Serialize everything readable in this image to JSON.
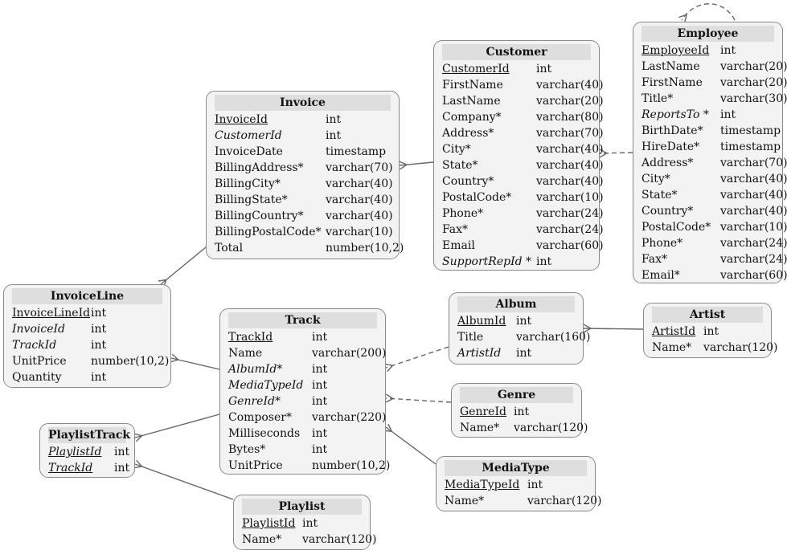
{
  "entities": [
    {
      "id": "invoice",
      "title": "Invoice",
      "cols": [
        {
          "name": "InvoiceId",
          "type": "int",
          "key": "pk"
        },
        {
          "name": "CustomerId",
          "type": "int",
          "key": "fk"
        },
        {
          "name": "InvoiceDate",
          "type": "timestamp"
        },
        {
          "name": "BillingAddress*",
          "type": "varchar(70)"
        },
        {
          "name": "BillingCity*",
          "type": "varchar(40)"
        },
        {
          "name": "BillingState*",
          "type": "varchar(40)"
        },
        {
          "name": "BillingCountry*",
          "type": "varchar(40)"
        },
        {
          "name": "BillingPostalCode*",
          "type": "varchar(10)"
        },
        {
          "name": "Total",
          "type": "number(10,2)"
        }
      ]
    },
    {
      "id": "customer",
      "title": "Customer",
      "cols": [
        {
          "name": "CustomerId",
          "type": "int",
          "key": "pk"
        },
        {
          "name": "FirstName",
          "type": "varchar(40)"
        },
        {
          "name": "LastName",
          "type": "varchar(20)"
        },
        {
          "name": "Company*",
          "type": "varchar(80)"
        },
        {
          "name": "Address*",
          "type": "varchar(70)"
        },
        {
          "name": "City*",
          "type": "varchar(40)"
        },
        {
          "name": "State*",
          "type": "varchar(40)"
        },
        {
          "name": "Country*",
          "type": "varchar(40)"
        },
        {
          "name": "PostalCode*",
          "type": "varchar(10)"
        },
        {
          "name": "Phone*",
          "type": "varchar(24)"
        },
        {
          "name": "Fax*",
          "type": "varchar(24)"
        },
        {
          "name": "Email",
          "type": "varchar(60)"
        },
        {
          "name": "SupportRepId *",
          "type": "int",
          "key": "fk"
        }
      ]
    },
    {
      "id": "employee",
      "title": "Employee",
      "cols": [
        {
          "name": "EmployeeId",
          "type": "int",
          "key": "pk"
        },
        {
          "name": "LastName",
          "type": "varchar(20)"
        },
        {
          "name": "FirstName",
          "type": "varchar(20)"
        },
        {
          "name": "Title*",
          "type": "varchar(30)"
        },
        {
          "name": "ReportsTo *",
          "type": "int",
          "key": "fk"
        },
        {
          "name": "BirthDate*",
          "type": "timestamp"
        },
        {
          "name": "HireDate*",
          "type": "timestamp"
        },
        {
          "name": "Address*",
          "type": "varchar(70)"
        },
        {
          "name": "City*",
          "type": "varchar(40)"
        },
        {
          "name": "State*",
          "type": "varchar(40)"
        },
        {
          "name": "Country*",
          "type": "varchar(40)"
        },
        {
          "name": "PostalCode*",
          "type": "varchar(10)"
        },
        {
          "name": "Phone*",
          "type": "varchar(24)"
        },
        {
          "name": "Fax*",
          "type": "varchar(24)"
        },
        {
          "name": "Email*",
          "type": "varchar(60)"
        }
      ]
    },
    {
      "id": "invoiceline",
      "title": "InvoiceLine",
      "cols": [
        {
          "name": "InvoiceLineId",
          "type": "int",
          "key": "pk"
        },
        {
          "name": "InvoiceId",
          "type": "int",
          "key": "fk"
        },
        {
          "name": "TrackId",
          "type": "int",
          "key": "fk"
        },
        {
          "name": "UnitPrice",
          "type": "number(10,2)"
        },
        {
          "name": "Quantity",
          "type": "int"
        }
      ]
    },
    {
      "id": "track",
      "title": "Track",
      "cols": [
        {
          "name": "TrackId",
          "type": "int",
          "key": "pk"
        },
        {
          "name": "Name",
          "type": "varchar(200)"
        },
        {
          "name": "AlbumId*",
          "type": "int",
          "key": "fk"
        },
        {
          "name": "MediaTypeId",
          "type": "int",
          "key": "fk"
        },
        {
          "name": "GenreId*",
          "type": "int",
          "key": "fk"
        },
        {
          "name": "Composer*",
          "type": "varchar(220)"
        },
        {
          "name": "Milliseconds",
          "type": "int"
        },
        {
          "name": "Bytes*",
          "type": "int"
        },
        {
          "name": "UnitPrice",
          "type": "number(10,2)"
        }
      ]
    },
    {
      "id": "album",
      "title": "Album",
      "cols": [
        {
          "name": "AlbumId",
          "type": "int",
          "key": "pk"
        },
        {
          "name": "Title",
          "type": "varchar(160)"
        },
        {
          "name": "ArtistId",
          "type": "int",
          "key": "fk"
        }
      ]
    },
    {
      "id": "artist",
      "title": "Artist",
      "cols": [
        {
          "name": "ArtistId",
          "type": "int",
          "key": "pk"
        },
        {
          "name": "Name*",
          "type": "varchar(120)"
        }
      ]
    },
    {
      "id": "genre",
      "title": "Genre",
      "cols": [
        {
          "name": "GenreId",
          "type": "int",
          "key": "pk"
        },
        {
          "name": "Name*",
          "type": "varchar(120)"
        }
      ]
    },
    {
      "id": "mediatype",
      "title": "MediaType",
      "cols": [
        {
          "name": "MediaTypeId",
          "type": "int",
          "key": "pk"
        },
        {
          "name": "Name*",
          "type": "varchar(120)"
        }
      ]
    },
    {
      "id": "playlisttrack",
      "title": "PlaylistTrack",
      "cols": [
        {
          "name": "PlaylistId",
          "type": "int",
          "key": "pkfk"
        },
        {
          "name": "TrackId",
          "type": "int",
          "key": "pkfk"
        }
      ]
    },
    {
      "id": "playlist",
      "title": "Playlist",
      "cols": [
        {
          "name": "PlaylistId",
          "type": "int",
          "key": "pk"
        },
        {
          "name": "Name*",
          "type": "varchar(120)"
        }
      ]
    }
  ],
  "relationships": [
    {
      "from": "invoice",
      "to": "invoiceline",
      "style": "solid"
    },
    {
      "from": "customer",
      "to": "invoice",
      "style": "solid"
    },
    {
      "from": "employee",
      "to": "customer",
      "style": "dashed"
    },
    {
      "from": "employee",
      "to": "employee",
      "style": "dashed"
    },
    {
      "from": "track",
      "to": "invoiceline",
      "style": "solid"
    },
    {
      "from": "album",
      "to": "track",
      "style": "dashed"
    },
    {
      "from": "artist",
      "to": "album",
      "style": "solid"
    },
    {
      "from": "genre",
      "to": "track",
      "style": "dashed"
    },
    {
      "from": "mediatype",
      "to": "track",
      "style": "solid"
    },
    {
      "from": "track",
      "to": "playlisttrack",
      "style": "solid"
    },
    {
      "from": "playlist",
      "to": "playlisttrack",
      "style": "solid"
    }
  ]
}
